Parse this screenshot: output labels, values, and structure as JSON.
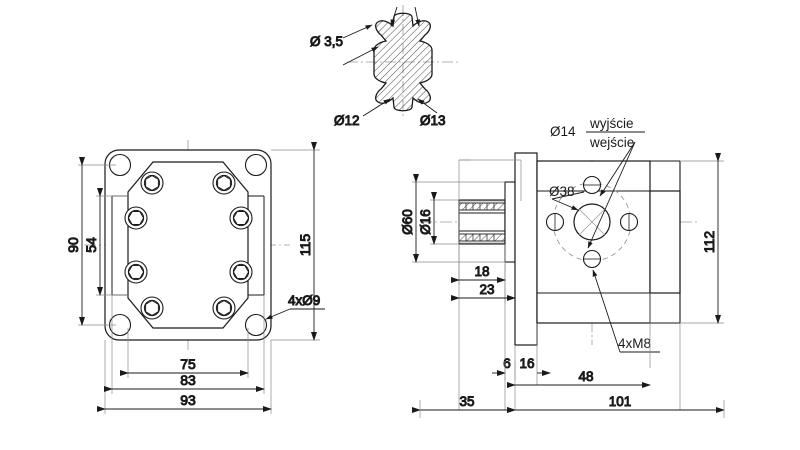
{
  "drawing": {
    "title": "Hydraulic gear pump technical drawing",
    "line_color": "#1a1a1a",
    "hatch_color": "#1a1a1a",
    "center_line_color": "#8a8a8a",
    "background": "#ffffff"
  },
  "spline_detail": {
    "name": "spline-shaft-cross-section",
    "teeth": 6,
    "labels": {
      "tip_diameter": "Ø 3,5",
      "root_diameter": "Ø12",
      "outer_diameter": "Ø13"
    }
  },
  "front_view": {
    "name": "mounting-flange-front-view",
    "dimensions": {
      "height_outer": "90",
      "height_inner": "54",
      "height_overall": "115",
      "width_inner": "75",
      "width_middle": "83",
      "width_overall": "93"
    },
    "notes": {
      "corner_holes": "4xØ9"
    },
    "bolt_count": 8,
    "corner_hole_count": 4
  },
  "side_view": {
    "name": "pump-side-section-view",
    "dimensions": {
      "flange_diameter": "Ø60",
      "shaft_diameter": "Ø16",
      "shaft_length_a": "18",
      "shaft_length_b": "23",
      "flange_thickness": "6",
      "flange_step": "16",
      "body_front": "48",
      "shaft_total": "35",
      "body_total": "101",
      "body_height": "112"
    },
    "notes": {
      "port_diameter": "Ø14",
      "port_out": "wyjście",
      "port_in": "wejście",
      "bolt_circle": "Ø38",
      "threaded_holes": "4xM8"
    }
  }
}
